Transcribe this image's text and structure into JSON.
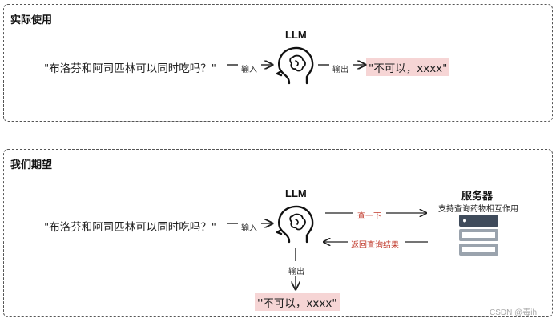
{
  "panel1": {
    "title": "实际使用",
    "llm_label": "LLM",
    "question": "\"布洛芬和阿司匹林可以同时吃吗？\"",
    "input_label": "输入",
    "output_label": "输出",
    "answer": "\"不可以，xxxx\""
  },
  "panel2": {
    "title": "我们期望",
    "llm_label": "LLM",
    "question": "\"布洛芬和阿司匹林可以同时吃吗？\"",
    "input_label": "输入",
    "query_label": "查一下",
    "return_label": "返回查询结果",
    "output_label": "输出",
    "answer": "''不可以，xxxx\"",
    "server_title": "服务器",
    "server_subtitle": "支持查询药物相互作用"
  },
  "watermark": "CSDN @毒ih",
  "colors": {
    "answer_bg": "#f6d5d5",
    "server_gray": "#9aa3ad",
    "server_dark": "#3f4b5b",
    "red_label": "#c0392b"
  },
  "icons": [
    "brain-head-icon",
    "server-icon",
    "arrow-icon"
  ]
}
